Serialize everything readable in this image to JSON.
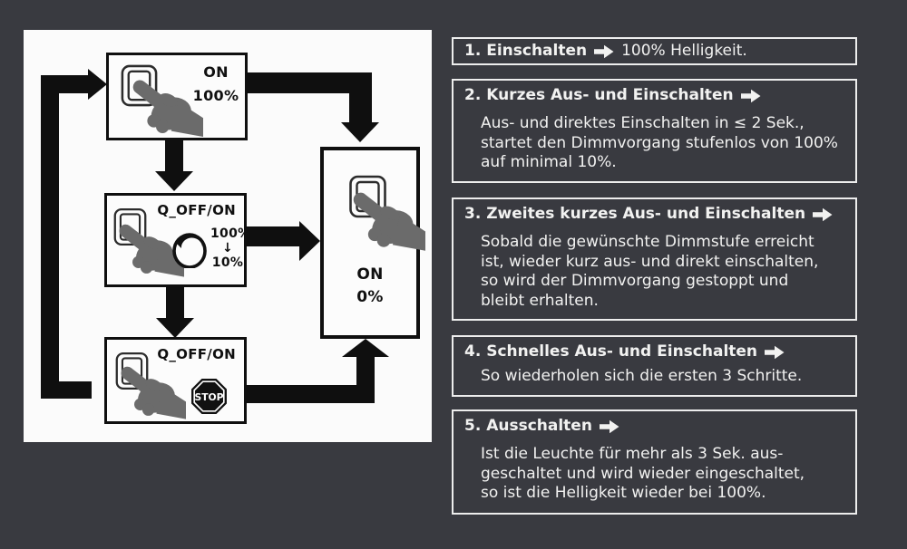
{
  "colors": {
    "background": "#393a40",
    "panel": "#fbfbfb",
    "ink": "#0f0f0f",
    "hand_gray": "#6b6b6b",
    "text": "#f2f2f1",
    "box_border": "#ededed"
  },
  "diagram": {
    "node_on": {
      "label": "ON",
      "value": "100%"
    },
    "node_dim": {
      "label": "Q_OFF/ON",
      "level_from": "100%",
      "level_arrow": "↓",
      "level_to": "10%"
    },
    "node_stop": {
      "label": "Q_OFF/ON",
      "sign": "STOP"
    },
    "node_off": {
      "label": "ON",
      "value": "0%"
    }
  },
  "steps": [
    {
      "title": "1. Einschalten",
      "tail": "100% Helligkeit.",
      "lines": []
    },
    {
      "title": "2. Kurzes Aus- und Einschalten",
      "lines": [
        "Aus- und direktes Einschalten in ≤ 2 Sek.,",
        "startet den Dimmvorgang stufenlos von 100%",
        "auf minimal 10%."
      ]
    },
    {
      "title": "3. Zweites kurzes Aus- und Einschalten",
      "lines": [
        "Sobald die gewünschte Dimmstufe erreicht",
        "ist, wieder kurz aus- und direkt einschalten,",
        "so wird der Dimmvorgang gestoppt und",
        "bleibt erhalten."
      ]
    },
    {
      "title": "4. Schnelles Aus- und Einschalten",
      "lines": [
        "So wiederholen sich die ersten 3 Schritte."
      ]
    },
    {
      "title": "5. Ausschalten",
      "lines": [
        "Ist die Leuchte für mehr als 3 Sek. aus-",
        "geschaltet und wird wieder eingeschaltet,",
        "so ist die Helligkeit wieder bei 100%."
      ]
    }
  ]
}
